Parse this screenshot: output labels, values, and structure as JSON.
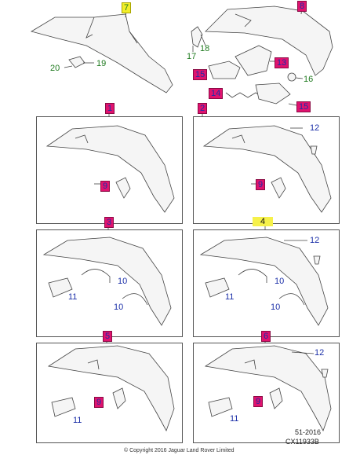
{
  "callouts": {
    "c7": "7",
    "c8": "8",
    "c17": "17",
    "c18": "18",
    "c19": "19",
    "c20": "20",
    "c13": "13",
    "c15top": "15",
    "c16": "16",
    "c14": "14",
    "c15b": "15",
    "p1": "1",
    "p2": "2",
    "p3": "3",
    "p4": "4",
    "p5": "5",
    "p6": "6",
    "n9a": "9",
    "n9b": "9",
    "n9c": "9",
    "n9d": "9",
    "n12a": "12",
    "n12b": "12",
    "n12c": "12",
    "n10a": "10",
    "n10b": "10",
    "n10c": "10",
    "n10d": "10",
    "n11a": "11",
    "n11b": "11",
    "n11c": "11",
    "n11d": "11"
  },
  "footer": {
    "date": "51-2016",
    "code": "CX11933B",
    "copyright": "© Copyright 2016 Jaguar Land Rover Limited"
  },
  "colors": {
    "green_label": "#1f7a1f",
    "blue_label": "#1b2fa8",
    "magenta_box": "#e0126e",
    "yellow_box": "#f2ee2a"
  }
}
